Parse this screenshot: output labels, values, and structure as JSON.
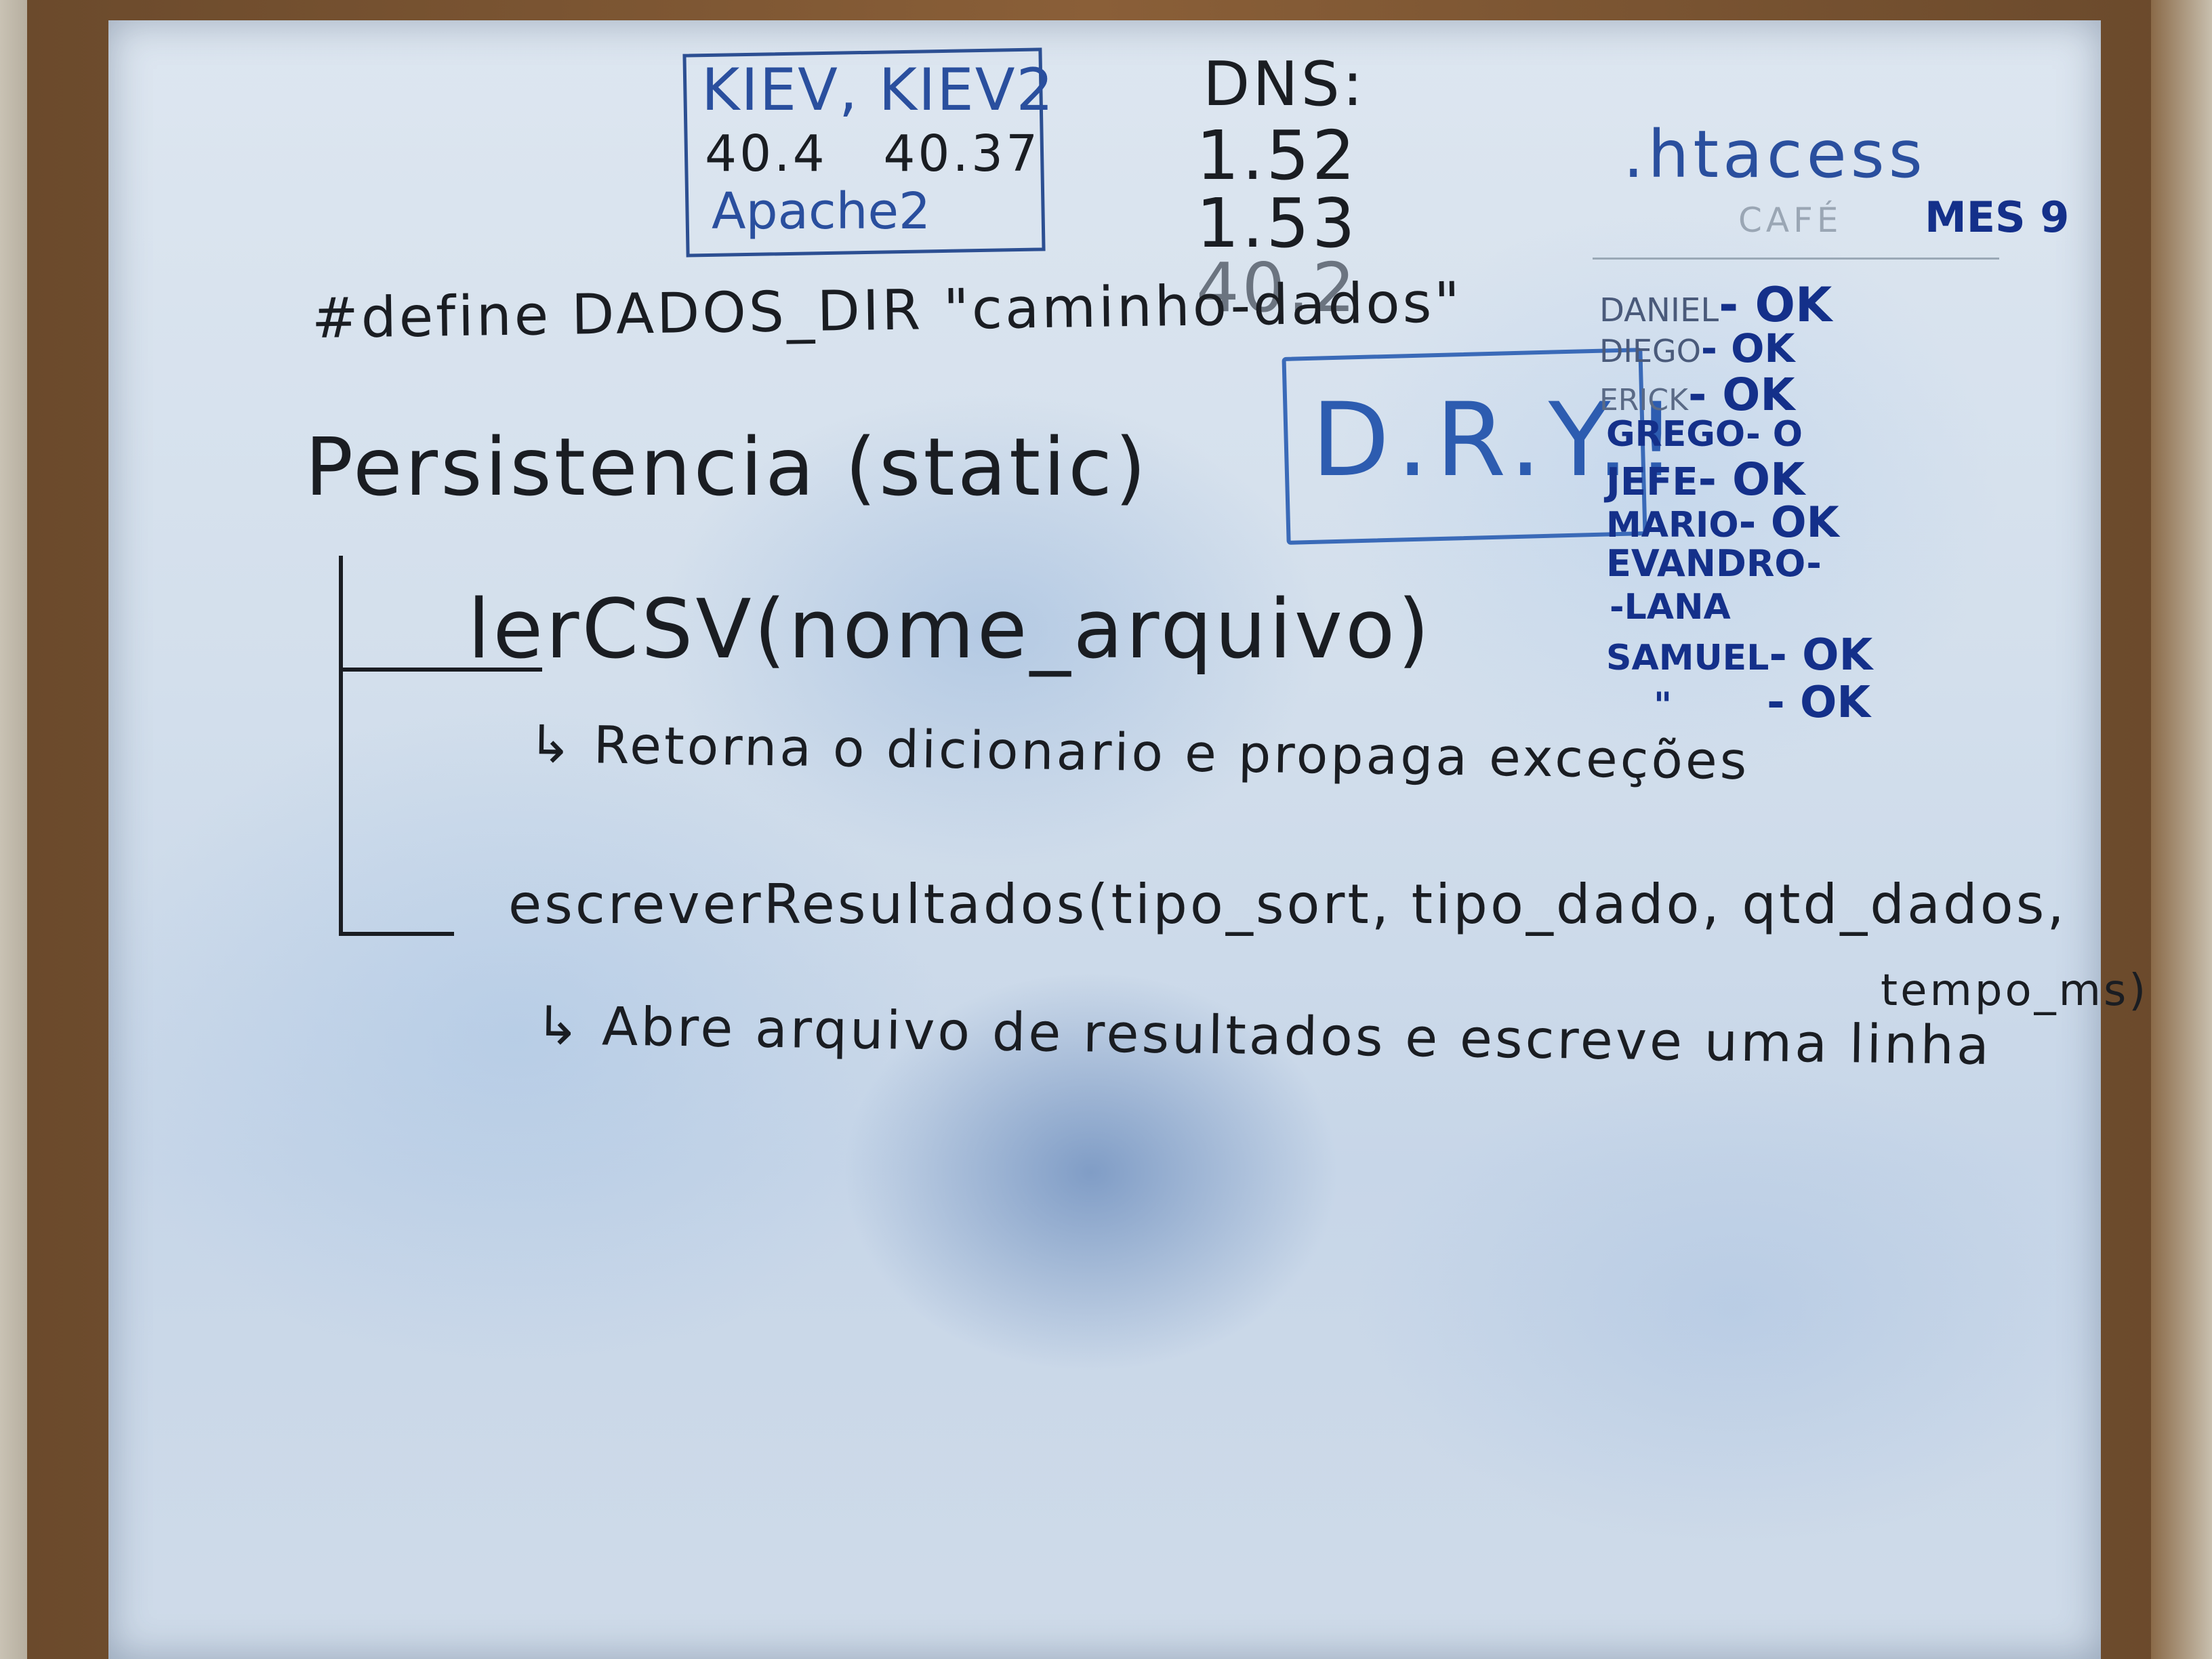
{
  "board": {
    "server_box": {
      "line1": "KIEV, KIEV2",
      "line2": "40.4   40.37",
      "line3": "Apache2"
    },
    "dns": {
      "title": "DNS:",
      "entries": [
        "1.52",
        "1.53",
        "40.2"
      ]
    },
    "htaccess": ".htacess",
    "define_line": "#define DADOS_DIR \"caminho-dados\"",
    "dry": "D.R.Y.!",
    "persistence_title": "Persistencia (static)",
    "method1": "lerCSV(nome_arquivo)",
    "method1_desc": "↳ Retorna o dicionario e propaga exceções",
    "method2": "escreverResultados(tipo_sort, tipo_dado, qtd_dados,",
    "method2_cont": "tempo_ms)",
    "method2_desc": "↳ Abre arquivo de resultados e escreve uma linha",
    "checklist": {
      "header_left": "CAFÉ",
      "header_right": "MES 9",
      "rows": [
        {
          "name": "DANIEL",
          "status": "- OK"
        },
        {
          "name": "DIEGO",
          "status": "- OK"
        },
        {
          "name": "ERICK",
          "status": "- OK"
        },
        {
          "name": "GREGO",
          "status": "- O"
        },
        {
          "name": "JEFE",
          "status": "- OK"
        },
        {
          "name": "MARIO",
          "status": "- OK"
        },
        {
          "name": "EVANDRO",
          "status": "-"
        },
        {
          "name": "-LANA",
          "status": ""
        },
        {
          "name": "SAMUEL",
          "status": "- OK"
        },
        {
          "name": "\"",
          "status": "- OK"
        }
      ]
    }
  }
}
